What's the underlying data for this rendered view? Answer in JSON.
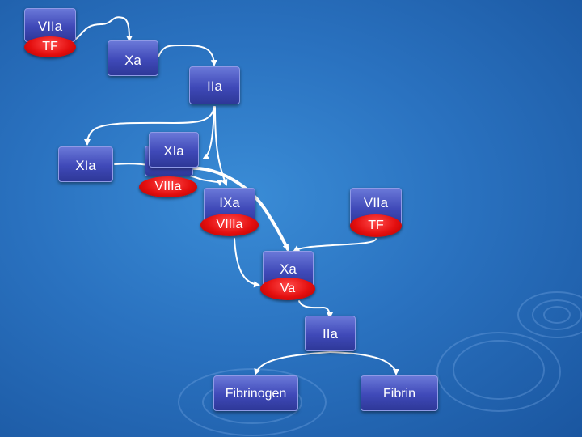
{
  "nodes": {
    "tf_complex_top": {
      "top": "VIIa",
      "bottom": "TF"
    },
    "xa_top": "Xa",
    "iia_top": "IIa",
    "xia_left": "XIa",
    "xia_center": "XIa",
    "viiia_center": "VIIIa",
    "tenase": {
      "top": "IXa",
      "bottom": "VIIIa"
    },
    "tf_complex_right": {
      "top": "VIIa",
      "bottom": "TF"
    },
    "prothrombinase": {
      "top": "Xa",
      "bottom": "Va"
    },
    "iia_bottom": "IIa",
    "fibrinogen": "Fibrinogen",
    "fibrin": "Fibrin"
  },
  "colors": {
    "background": "#2a72c0",
    "box_fill": "#3f49b8",
    "cofactor_fill": "#e40f0f",
    "arrow": "#ffffff"
  }
}
